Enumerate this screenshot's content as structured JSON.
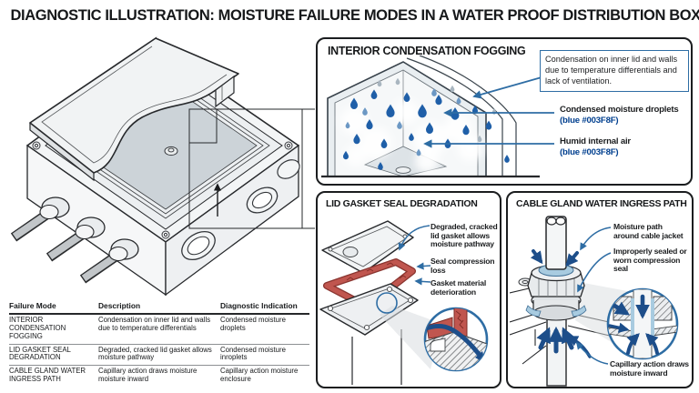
{
  "title": "DIAGNOSTIC ILLUSTRATION: MOISTURE FAILURE MODES IN A WATER PROOF DISTRIBUTION BOX",
  "colors": {
    "accent_blue": "#2E6DA4",
    "navy_note": "#003F8F",
    "droplet_blue": "#1F5FA8",
    "arrow_navy": "#1D4E8A",
    "gasket_red": "#C0564F",
    "line_dark": "#1B1D1F"
  },
  "panels": {
    "condensation": {
      "heading": "INTERIOR CONDENSATION FOGGING",
      "callout": "Condensation on inner lid and walls due to temperature differentials and lack of ventilation.",
      "labels": [
        {
          "text": "Condensed moisture droplets",
          "note": "(blue #003F8F)"
        },
        {
          "text": "Humid internal air",
          "note": "(blue #003F8F)"
        }
      ]
    },
    "gasket": {
      "heading": "LID GASKET SEAL DEGRADATION",
      "labels": [
        {
          "text": "Degraded, cracked lid gasket allows moisture pathway"
        },
        {
          "text": "Seal compression loss"
        },
        {
          "text": "Gasket material deterioration"
        }
      ]
    },
    "gland": {
      "heading": "CABLE GLAND WATER INGRESS PATH",
      "labels": [
        {
          "text": "Moisture path around cable jacket"
        },
        {
          "text": "Improperly sealed or worn compression seal"
        },
        {
          "text": "Capillary action draws moisture inward"
        }
      ]
    }
  },
  "table": {
    "headers": [
      "Failure Mode",
      "Description",
      "Diagnostic Indication"
    ],
    "rows": [
      [
        "INTERIOR CONDENSATION FOGGING",
        "Condensation on inner lid and walls due to temperature differentials",
        "Condensed moisture droplets"
      ],
      [
        "LID GASKET SEAL DEGRADATION",
        "Degraded, cracked lid gasket allows moisture pathway",
        "Condensed moisture inroplets"
      ],
      [
        "CABLE GLAND WATER INGRESS PATH",
        "Capillary action draws moisture moisture inward",
        "Capillary action moisture enclosure"
      ]
    ]
  }
}
